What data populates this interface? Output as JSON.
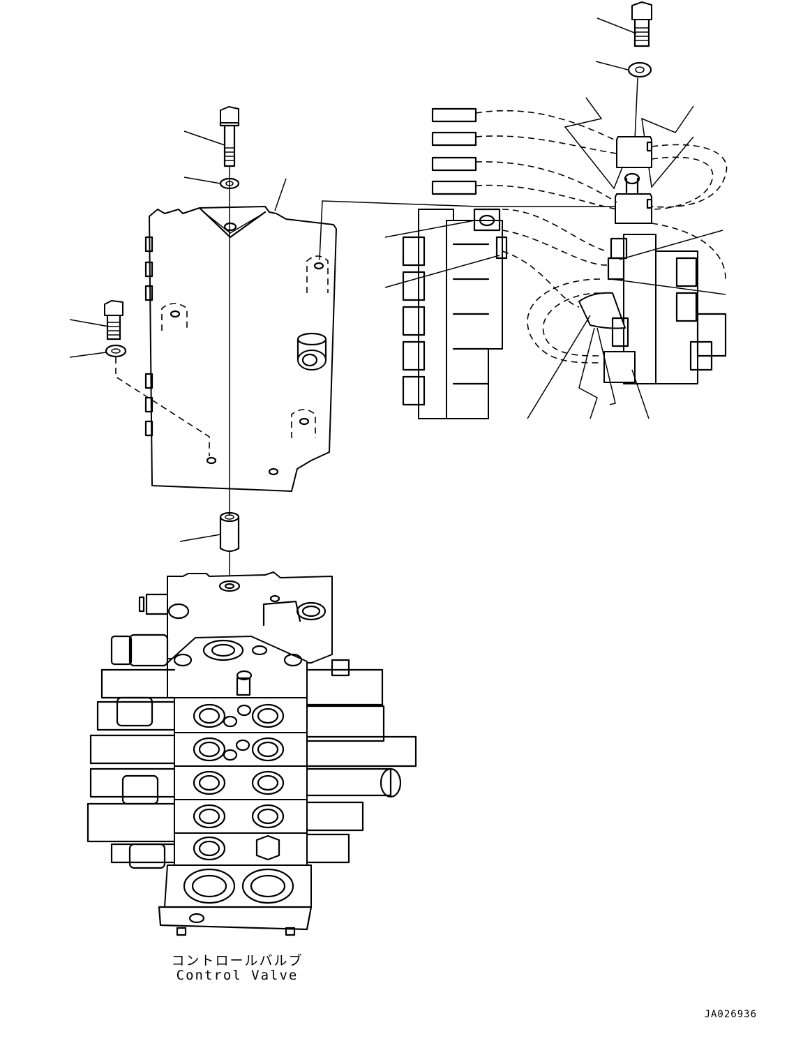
{
  "caption": {
    "japanese": "コントロールバルブ",
    "english": "Control Valve"
  },
  "drawing_id": "JA026936"
}
